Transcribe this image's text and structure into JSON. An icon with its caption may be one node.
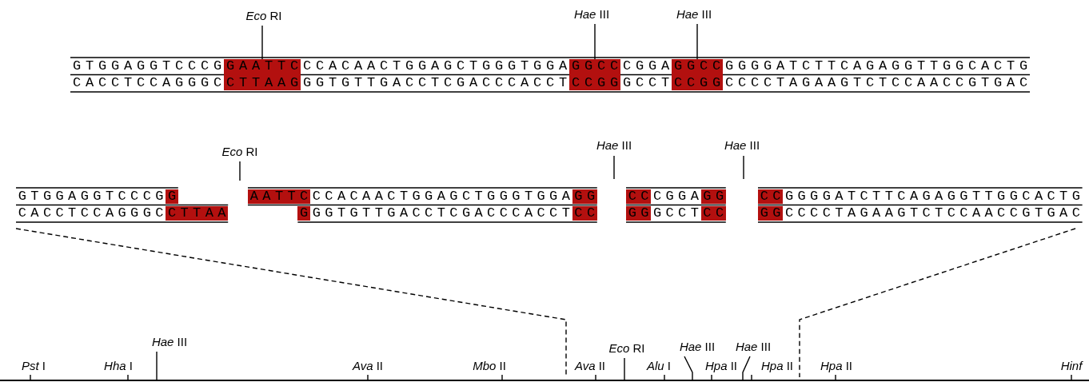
{
  "diagram": {
    "nodes": [
      {
        "text": [
          "*Eco* RI"
        ]
      },
      {
        "text": [
          "*Hae* III"
        ]
      },
      {
        "text": [
          "*Hae* III"
        ]
      },
      {
        "text": [
          "*Eco* RI"
        ]
      },
      {
        "text": [
          "*Hae* III"
        ]
      },
      {
        "text": [
          "*Hae* III"
        ]
      },
      {
        "text": [
          "*Pst* I"
        ]
      },
      {
        "text": [
          "*Hha* I"
        ]
      },
      {
        "text": [
          "*Hae* III"
        ]
      },
      {
        "text": [
          "*Ava* II"
        ]
      },
      {
        "text": [
          "*Mbo* II"
        ]
      },
      {
        "text": [
          "*Ava* II"
        ]
      },
      {
        "text": [
          "*Eco* RI"
        ]
      },
      {
        "text": [
          "*Alu* I"
        ]
      },
      {
        "text": [
          "*Hae* III"
        ]
      },
      {
        "text": [
          "*Hpa* II"
        ]
      },
      {
        "text": [
          "*Hae* III"
        ]
      },
      {
        "text": [
          "*Hpa* II"
        ]
      },
      {
        "text": [
          "*Hpa* II"
        ]
      },
      {
        "text": [
          "Hinf"
        ]
      },
      {
        "text": [],
        "shape": "bar"
      },
      {
        "text": [
          "GAATTC",
          "CTTAAG"
        ]
      },
      {
        "text": [
          "GGCC",
          "CCGG"
        ]
      },
      {
        "text": [
          "GGCC",
          "CCGG"
        ]
      }
    ],
    "edges": [
      {
        "from": 0,
        "to": 21,
        "arrow": "none"
      },
      {
        "from": 1,
        "to": 22,
        "arrow": "none"
      },
      {
        "from": 2,
        "to": 23,
        "arrow": "none"
      },
      {
        "from": 3,
        "to": null,
        "arrow": "none"
      },
      {
        "from": 4,
        "to": null,
        "arrow": "none"
      },
      {
        "from": 5,
        "to": null,
        "arrow": "none"
      },
      {
        "from": 6,
        "to": 20,
        "arrow": "none"
      },
      {
        "from": 7,
        "to": 20,
        "arrow": "none"
      },
      {
        "from": 8,
        "to": 20,
        "arrow": "none"
      },
      {
        "from": 9,
        "to": 20,
        "arrow": "none"
      },
      {
        "from": 10,
        "to": 20,
        "arrow": "none"
      },
      {
        "from": 11,
        "to": 20,
        "arrow": "none"
      },
      {
        "from": 12,
        "to": 20,
        "arrow": "none"
      },
      {
        "from": 13,
        "to": 20,
        "arrow": "none"
      },
      {
        "from": 14,
        "to": 20,
        "arrow": "none"
      },
      {
        "from": 15,
        "to": 20,
        "arrow": "none"
      },
      {
        "from": 16,
        "to": 20,
        "arrow": "none"
      },
      {
        "from": 17,
        "to": 20,
        "arrow": "none"
      },
      {
        "from": 18,
        "to": 20,
        "arrow": "none"
      },
      {
        "from": 19,
        "to": 20,
        "arrow": "none"
      }
    ],
    "labels": [
      "GTGGAGGTCCCG",
      "CCACAACTGGAGCTGGGTGGA",
      "CGGA",
      "GGGGATCTTCAGAGGTTGGCACTG",
      "CACCTCCAGGGC",
      "GGTGTTGACCTCGACCCACCT",
      "GCCT",
      "CCCCTAGAAGTCTCCAACCGTGAC",
      "GTGGAGGTCCCG",
      "G",
      "CACCTCCAGGGC",
      "CTTAA",
      "AATTC",
      "CCACAACTGGAGCTGGGTGGA",
      "GG",
      "G",
      "GGTGTTGACCTCGACCCACCT",
      "CC",
      "CC",
      "CGGA",
      "GG",
      "GG",
      "GCCT",
      "CC",
      "CC",
      "GGGGATCTTCAGAGGTTGGCACTG",
      "GG",
      "CCCCTAGAAGTCTCCAACCGTGAC"
    ]
  }
}
